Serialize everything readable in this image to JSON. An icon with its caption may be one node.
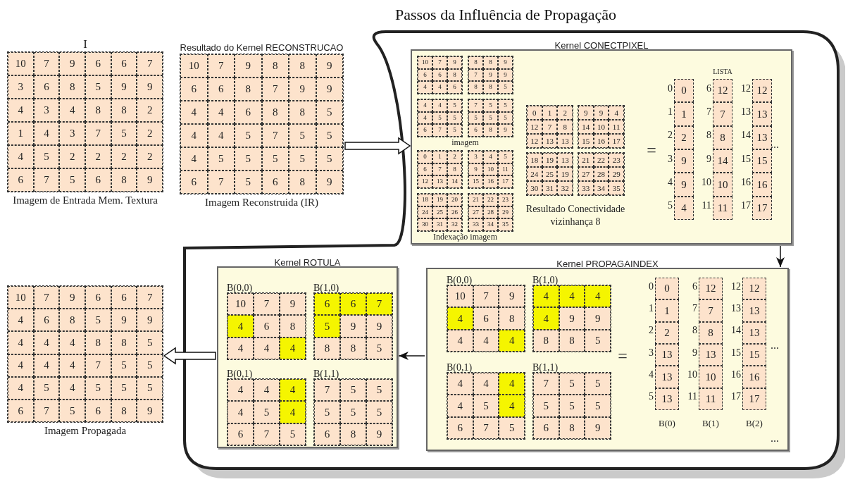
{
  "diagram": {
    "nodes": [
      {
        "text": [
          "10",
          "7",
          "9",
          "6",
          "6",
          "7",
          "3",
          "6",
          "8",
          "5",
          "9",
          "9",
          "4",
          "3",
          "4",
          "8",
          "8",
          "2",
          "1",
          "4",
          "3",
          "7",
          "5",
          "2",
          "4",
          "5",
          "2",
          "2",
          "2",
          "2",
          "6",
          "7",
          "5",
          "6",
          "8",
          "9"
        ],
        "beside": [
          "I",
          "Imagem de Entrada Mem. Textura"
        ]
      },
      {
        "text": [
          "10",
          "7",
          "9",
          "8",
          "8",
          "9",
          "6",
          "6",
          "8",
          "7",
          "9",
          "9",
          "4",
          "4",
          "6",
          "8",
          "8",
          "5",
          "4",
          "4",
          "5",
          "7",
          "5",
          "5",
          "4",
          "5",
          "5",
          "5",
          "5",
          "5",
          "6",
          "7",
          "5",
          "6",
          "8",
          "9"
        ],
        "beside": [
          "Resultado do Kernel RECONSTRUCAO",
          "Imagem Reconstruida (IR)"
        ]
      },
      {
        "text": [
          "Passos da Influência de Propagação"
        ]
      },
      {
        "text": [
          "Kernel CONECTPIXEL"
        ],
        "in": 2
      },
      {
        "text": [
          "10",
          "7",
          "9",
          "6",
          "6",
          "8",
          "4",
          "4",
          "6",
          "8",
          "8",
          "9",
          "7",
          "9",
          "9",
          "8",
          "8",
          "5",
          "4",
          "4",
          "5",
          "4",
          "5",
          "5",
          "6",
          "7",
          "5",
          "7",
          "5",
          "5",
          "5",
          "5",
          "5",
          "6",
          "8",
          "9"
        ],
        "beside": [
          "imagem"
        ],
        "in": 3
      },
      {
        "text": [
          "0",
          "1",
          "2",
          "6",
          "7",
          "8",
          "12",
          "13",
          "14",
          "3",
          "4",
          "5",
          "9",
          "10",
          "11",
          "15",
          "16",
          "17",
          "18",
          "19",
          "20",
          "24",
          "25",
          "26",
          "30",
          "31",
          "32",
          "21",
          "22",
          "23",
          "27",
          "28",
          "29",
          "33",
          "34",
          "35"
        ],
        "beside": [
          "Indexação imagem"
        ],
        "in": 3
      },
      {
        "text": [
          "0",
          "1",
          "2",
          "12",
          "7",
          "8",
          "12",
          "13",
          "13",
          "9",
          "9",
          "4",
          "14",
          "10",
          "11",
          "15",
          "16",
          "17",
          "18",
          "19",
          "13",
          "24",
          "25",
          "19",
          "30",
          "31",
          "32",
          "21",
          "22",
          "23",
          "27",
          "28",
          "29",
          "33",
          "34",
          "35"
        ],
        "beside": [
          "Resultado Conectividade vizinhança 8"
        ],
        "in": 3
      },
      {
        "text": [
          "0",
          "1",
          "2",
          "9",
          "9",
          "4"
        ],
        "beside": [
          "0",
          "1",
          "2",
          "3",
          "4",
          "5"
        ],
        "in": 3
      },
      {
        "text": [
          "12",
          "7",
          "8",
          "14",
          "10",
          "11"
        ],
        "beside": [
          "6",
          "7",
          "8",
          "9",
          "10",
          "11",
          "LISTA"
        ],
        "in": 3
      },
      {
        "text": [
          "12",
          "13",
          "13",
          "15",
          "16",
          "17"
        ],
        "beside": [
          "12",
          "13",
          "14",
          "15",
          "16",
          "17"
        ],
        "in": 3
      },
      {
        "text": [
          "Kernel PROPAGAINDEX"
        ],
        "in": 2
      },
      {
        "text": [
          "B(0,0)",
          "10",
          "7",
          "9",
          "4",
          "6",
          "8",
          "4",
          "4",
          "4",
          "B(1,0)",
          "4",
          "4",
          "4",
          "4",
          "9",
          "9",
          "8",
          "8",
          "5",
          "B(0,1)",
          "4",
          "4",
          "4",
          "4",
          "5",
          "4",
          "6",
          "7",
          "5",
          "B(1,1)",
          "7",
          "5",
          "5",
          "5",
          "5",
          "5",
          "6",
          "8",
          "9"
        ],
        "in": 10
      },
      {
        "text": [
          "0",
          "1",
          "2",
          "13",
          "13",
          "13"
        ],
        "beside": [
          "0",
          "1",
          "2",
          "3",
          "4",
          "5",
          "B(0)"
        ],
        "in": 10
      },
      {
        "text": [
          "12",
          "7",
          "8",
          "13",
          "10",
          "11"
        ],
        "beside": [
          "6",
          "7",
          "8",
          "9",
          "10",
          "11",
          "B(1)"
        ],
        "in": 10
      },
      {
        "text": [
          "12",
          "13",
          "13",
          "15",
          "16",
          "17"
        ],
        "beside": [
          "12",
          "13",
          "14",
          "15",
          "16",
          "17",
          "B(2)"
        ],
        "in": 10
      },
      {
        "text": [
          "Kernel ROTULA"
        ],
        "in": 2
      },
      {
        "text": [
          "B(0,0)",
          "10",
          "7",
          "9",
          "4",
          "6",
          "8",
          "4",
          "4",
          "4",
          "B(1,0)",
          "6",
          "6",
          "7",
          "5",
          "9",
          "9",
          "8",
          "8",
          "5",
          "B(0,1)",
          "4",
          "4",
          "4",
          "4",
          "5",
          "4",
          "6",
          "7",
          "5",
          "B(1,1)",
          "7",
          "5",
          "5",
          "5",
          "5",
          "5",
          "6",
          "8",
          "9"
        ],
        "in": 15
      },
      {
        "text": [
          "10",
          "7",
          "9",
          "6",
          "6",
          "7",
          "4",
          "6",
          "8",
          "5",
          "9",
          "9",
          "4",
          "4",
          "4",
          "8",
          "8",
          "5",
          "4",
          "4",
          "4",
          "7",
          "5",
          "5",
          "4",
          "5",
          "4",
          "5",
          "5",
          "5",
          "6",
          "7",
          "5",
          "6",
          "8",
          "9"
        ],
        "beside": [
          "Imagem Propagada"
        ]
      }
    ],
    "edges": [
      {
        "from": 1,
        "to": 3,
        "arrow": "to",
        "style": "thick"
      },
      {
        "from": 3,
        "to": 10,
        "arrow": "to"
      },
      {
        "from": 10,
        "to": 15,
        "arrow": "to"
      },
      {
        "from": 15,
        "to": 17,
        "arrow": "to",
        "style": "thick"
      }
    ],
    "labels": [
      "=",
      "...",
      "=",
      "...",
      "..."
    ]
  }
}
